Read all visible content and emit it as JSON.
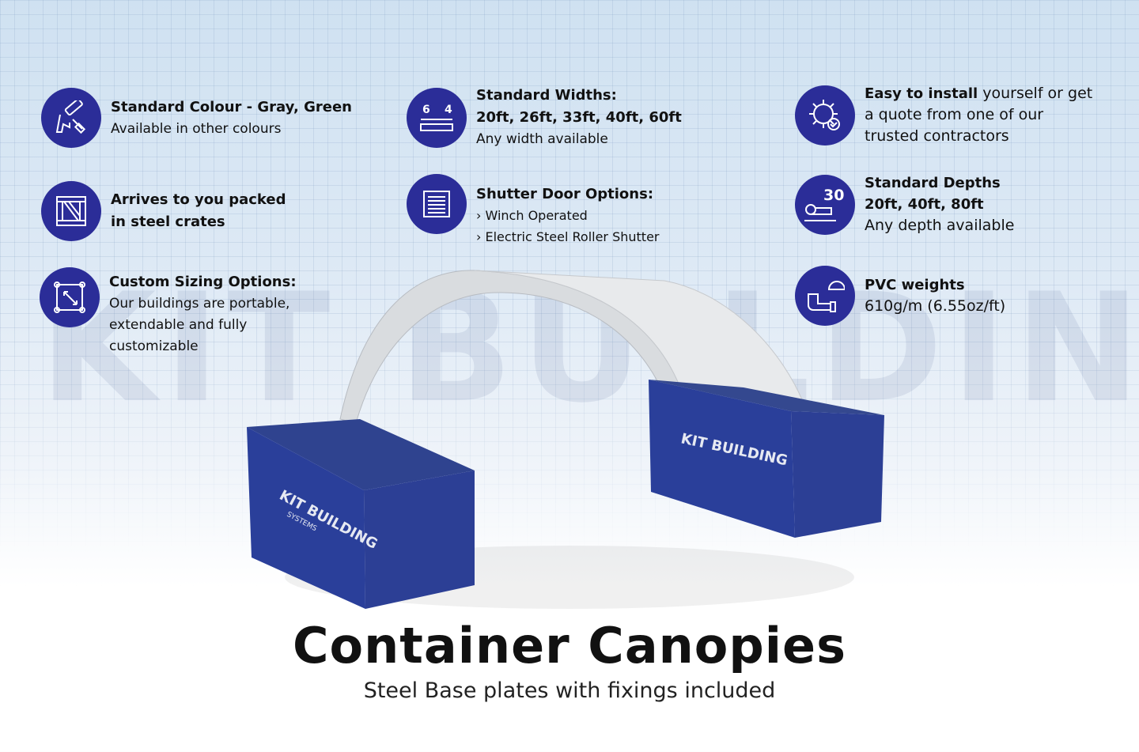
{
  "watermark": "KIT BUILDING",
  "features": [
    {
      "icon": "paint-roller-icon",
      "title": "Standard Colour - Gray, Green",
      "lines": [
        "Available in other colours"
      ]
    },
    {
      "icon": "crate-icon",
      "title": "Arrives to you packed",
      "lines": [
        "in steel crates"
      ]
    },
    {
      "icon": "resize-icon",
      "title": "Custom Sizing Options:",
      "lines": [
        "Our buildings are portable,",
        "extendable and fully",
        "customizable"
      ]
    },
    {
      "icon": "width-ruler-icon",
      "icon_text_a": "6",
      "icon_text_b": "4",
      "title": "Standard Widths:",
      "lines": [
        "20ft, 26ft, 33ft, 40ft, 60ft",
        "Any width available"
      ]
    },
    {
      "icon": "shutter-door-icon",
      "title": "Shutter Door Options:",
      "lines": [
        "› Winch Operated",
        "› Electric Steel Roller Shutter"
      ]
    },
    {
      "icon": "gear-wrench-check-icon",
      "title": "Easy to install",
      "title_rest": " yourself or get",
      "lines": [
        "a quote from one of our",
        "trusted  contractors"
      ]
    },
    {
      "icon": "tape-measure-icon",
      "icon_text": "30",
      "title": "Standard Depths",
      "lines": [
        "20ft, 40ft, 80ft",
        "Any depth available"
      ]
    },
    {
      "icon": "pipe-gauge-icon",
      "title": "PVC weights",
      "lines": [
        "610g/m (6.55oz/ft)"
      ]
    }
  ],
  "container_logo": "KIT BUILDING",
  "container_logo_sub": "SYSTEMS",
  "heading": "Container Canopies",
  "subheading": "Steel Base plates with fixings included",
  "colors": {
    "accent": "#2b2d98",
    "container": "#2a3f9a",
    "canopy": "#d9dcdf"
  }
}
